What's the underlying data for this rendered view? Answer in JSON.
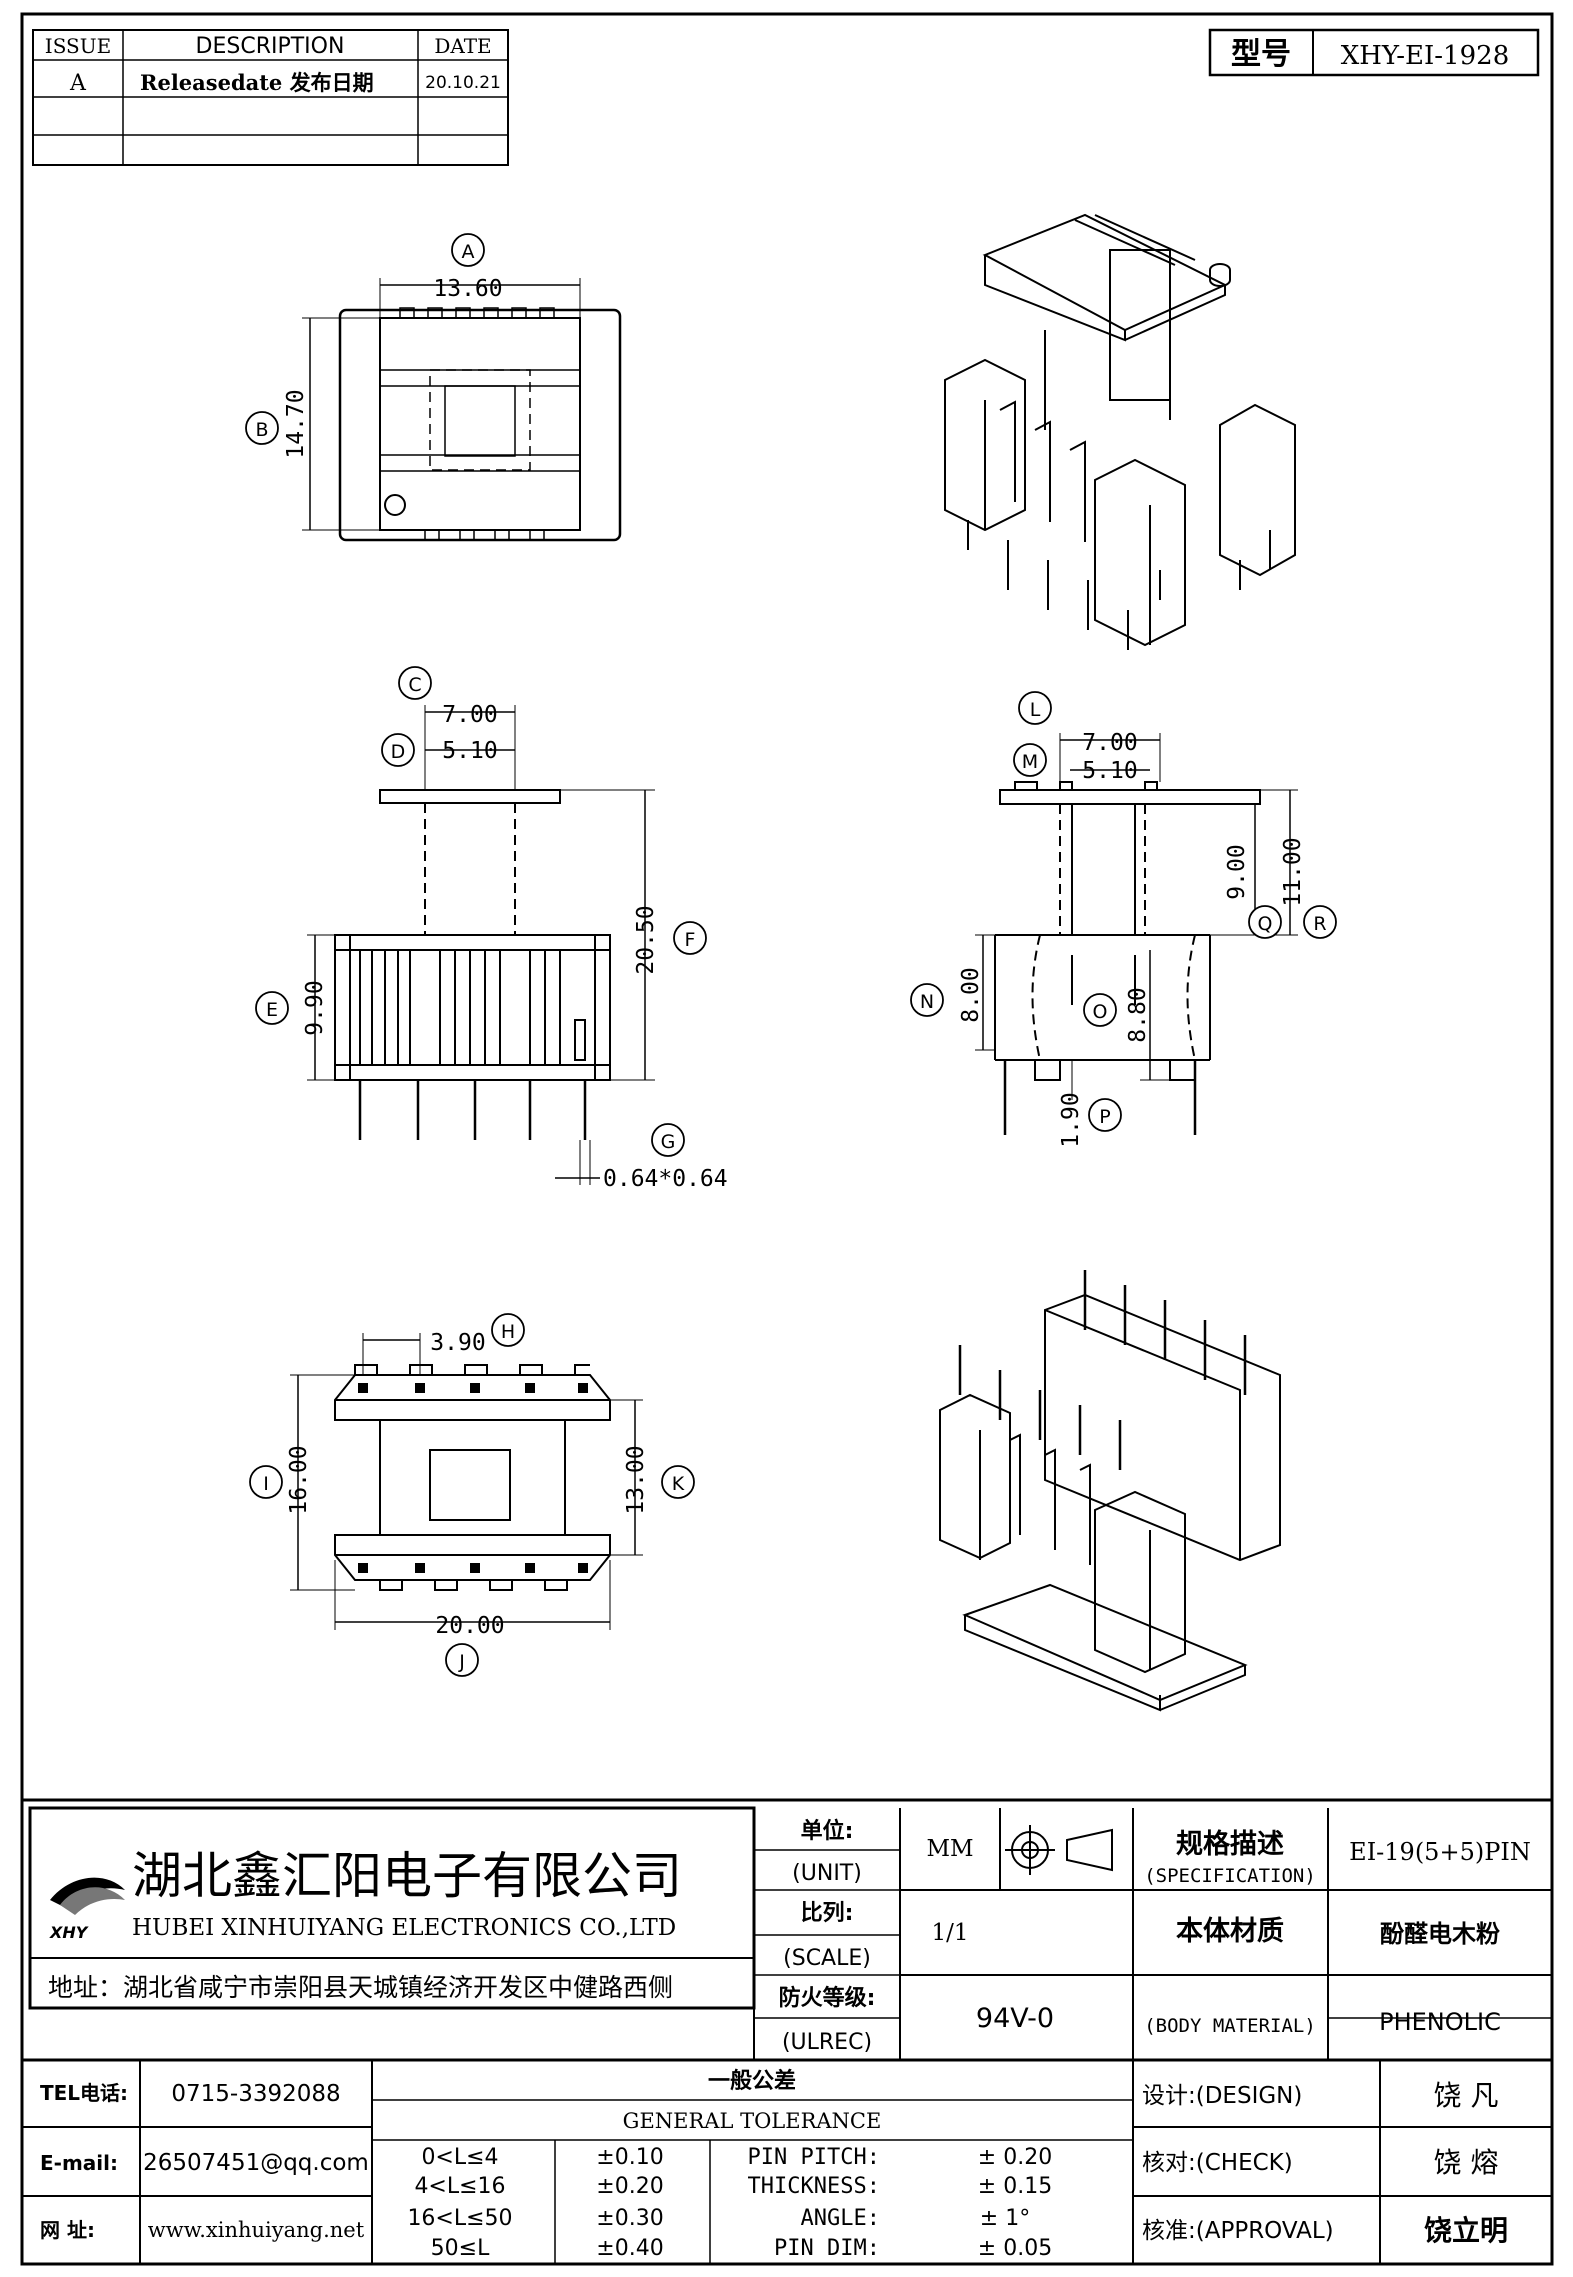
{
  "revision_table": {
    "headers": [
      "ISSUE",
      "DESCRIPTION",
      "DATE"
    ],
    "rows": [
      {
        "issue": "A",
        "description": "Releasedate 发布日期",
        "date": "20.10.21"
      }
    ]
  },
  "model": {
    "label": "型号",
    "value": "XHY-EI-1928"
  },
  "dimensions": {
    "A": "13.60",
    "B": "14.70",
    "C": "7.00",
    "D": "5.10",
    "E": "9.90",
    "F": "20.50",
    "G": "0.64*0.64",
    "H": "3.90",
    "I": "16.00",
    "J": "20.00",
    "K": "13.00",
    "L": "7.00",
    "M": "5.10",
    "N": "8.00",
    "O": "8.80",
    "P": "1.90",
    "Q": "9.00",
    "R": "11.00"
  },
  "callouts": [
    "A",
    "B",
    "C",
    "D",
    "E",
    "F",
    "G",
    "H",
    "I",
    "J",
    "K",
    "L",
    "M",
    "N",
    "O",
    "P",
    "Q",
    "R"
  ],
  "company": {
    "name_cn": "湖北鑫汇阳电子有限公司",
    "name_en": "HUBEI XINHUIYANG ELECTRONICS CO.,LTD",
    "address": "地址：湖北省咸宁市崇阳县天城镇经济开发区中健路西侧",
    "logo_text": "XHY"
  },
  "title_block": {
    "unit_cn": "单位:",
    "unit_en": "(UNIT)",
    "unit_value": "MM",
    "scale_cn": "比列:",
    "scale_en": "(SCALE)",
    "scale_value": "1/1",
    "fire_cn": "防火等级:",
    "fire_en": "(ULREC)",
    "fire_value": "94V-0",
    "spec_cn": "规格描述",
    "spec_en": "(SPECIFICATION)",
    "spec_value": "EI-19(5+5)PIN",
    "material_cn": "本体材质",
    "material_en": "(BODY MATERIAL)",
    "material_value_cn": "酚醛电木粉",
    "material_value_en": "PHENOLIC"
  },
  "contact": {
    "tel_label": "TEL电话:",
    "tel": "0715-3392088",
    "email_label": "E-mail:",
    "email": "26507451@qq.com",
    "web_label": "网  址:",
    "web": "www.xinhuiyang.net"
  },
  "tolerance": {
    "title_cn": "一般公差",
    "title_en": "GENERAL TOLERANCE",
    "ranges": [
      {
        "range": "0<L≤4",
        "tol": "±0.10"
      },
      {
        "range": "4<L≤16",
        "tol": "±0.20"
      },
      {
        "range": "16<L≤50",
        "tol": "±0.30"
      },
      {
        "range": "50≤L",
        "tol": "±0.40"
      }
    ],
    "others": [
      {
        "label": "PIN PITCH:",
        "value": "±  0.20"
      },
      {
        "label": "THICKNESS:",
        "value": "±  0.15"
      },
      {
        "label": "ANGLE:",
        "value": "±  1°"
      },
      {
        "label": "PIN DIM:",
        "value": "±  0.05"
      }
    ]
  },
  "signoff": [
    {
      "label": "设计:(DESIGN)",
      "name": "饶  凡"
    },
    {
      "label": "核对:(CHECK)",
      "name": "饶  熔"
    },
    {
      "label": "核准:(APPROVAL)",
      "name": "饶立明"
    }
  ]
}
